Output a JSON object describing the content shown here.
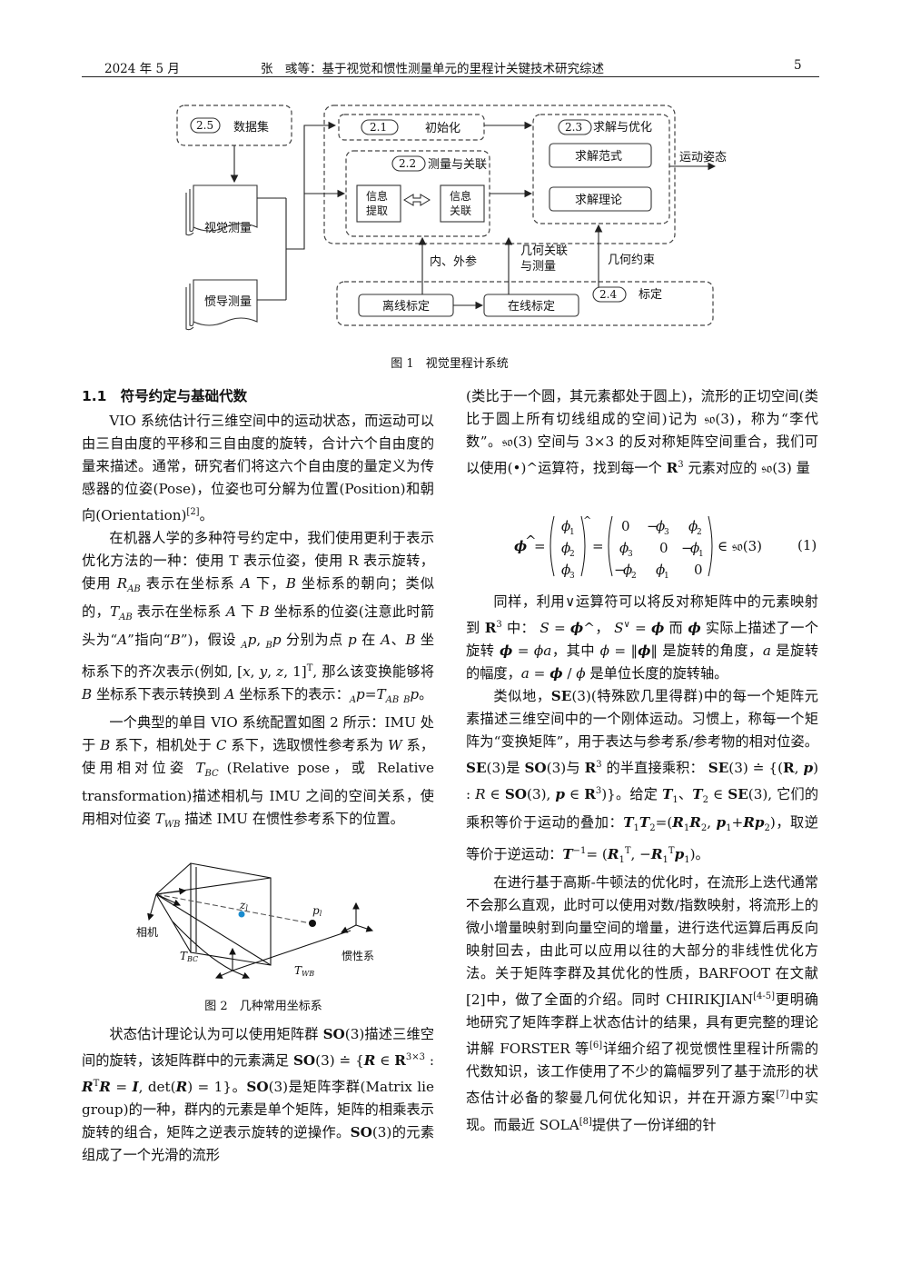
{
  "header": {
    "date": "2024 年 5 月",
    "title": "张　彧等：基于视觉和惯性测量单元的里程计关键技术研究综述",
    "page": "5"
  },
  "fig1": {
    "caption": "图 1　视觉里程计系统",
    "n25": "2.5",
    "dataset": "数据集",
    "n21": "2.1",
    "init": "初始化",
    "n22": "2.2",
    "measure": "测量与关联",
    "info_extract_1": "信息",
    "info_extract_2": "提取",
    "info_assoc_1": "信息",
    "info_assoc_2": "关联",
    "n23": "2.3",
    "solve": "求解与优化",
    "paradigm": "求解范式",
    "theory": "求解理论",
    "motion": "运动姿态",
    "vis": "视觉测量",
    "inertial": "惯导测量",
    "extrinsic": "内、外参",
    "geo_assoc_1": "几何关联",
    "geo_assoc_2": "与测量",
    "geo_constraint": "几何约束",
    "offline": "离线标定",
    "online": "在线标定",
    "n24": "2.4",
    "calib": "标定"
  },
  "fig2": {
    "caption": "图 2　几种常用坐标系",
    "camera": "相机",
    "inertial": "惯性系",
    "zl": "z",
    "zl_sub": "l",
    "pl": "p",
    "pl_sub": "l",
    "tbc": "T",
    "tbc_sub": "BC",
    "twb": "T",
    "twb_sub": "WB"
  },
  "section": {
    "number": "1.1",
    "title": "符号约定与基础代数"
  },
  "eq1_number": "(1)"
}
